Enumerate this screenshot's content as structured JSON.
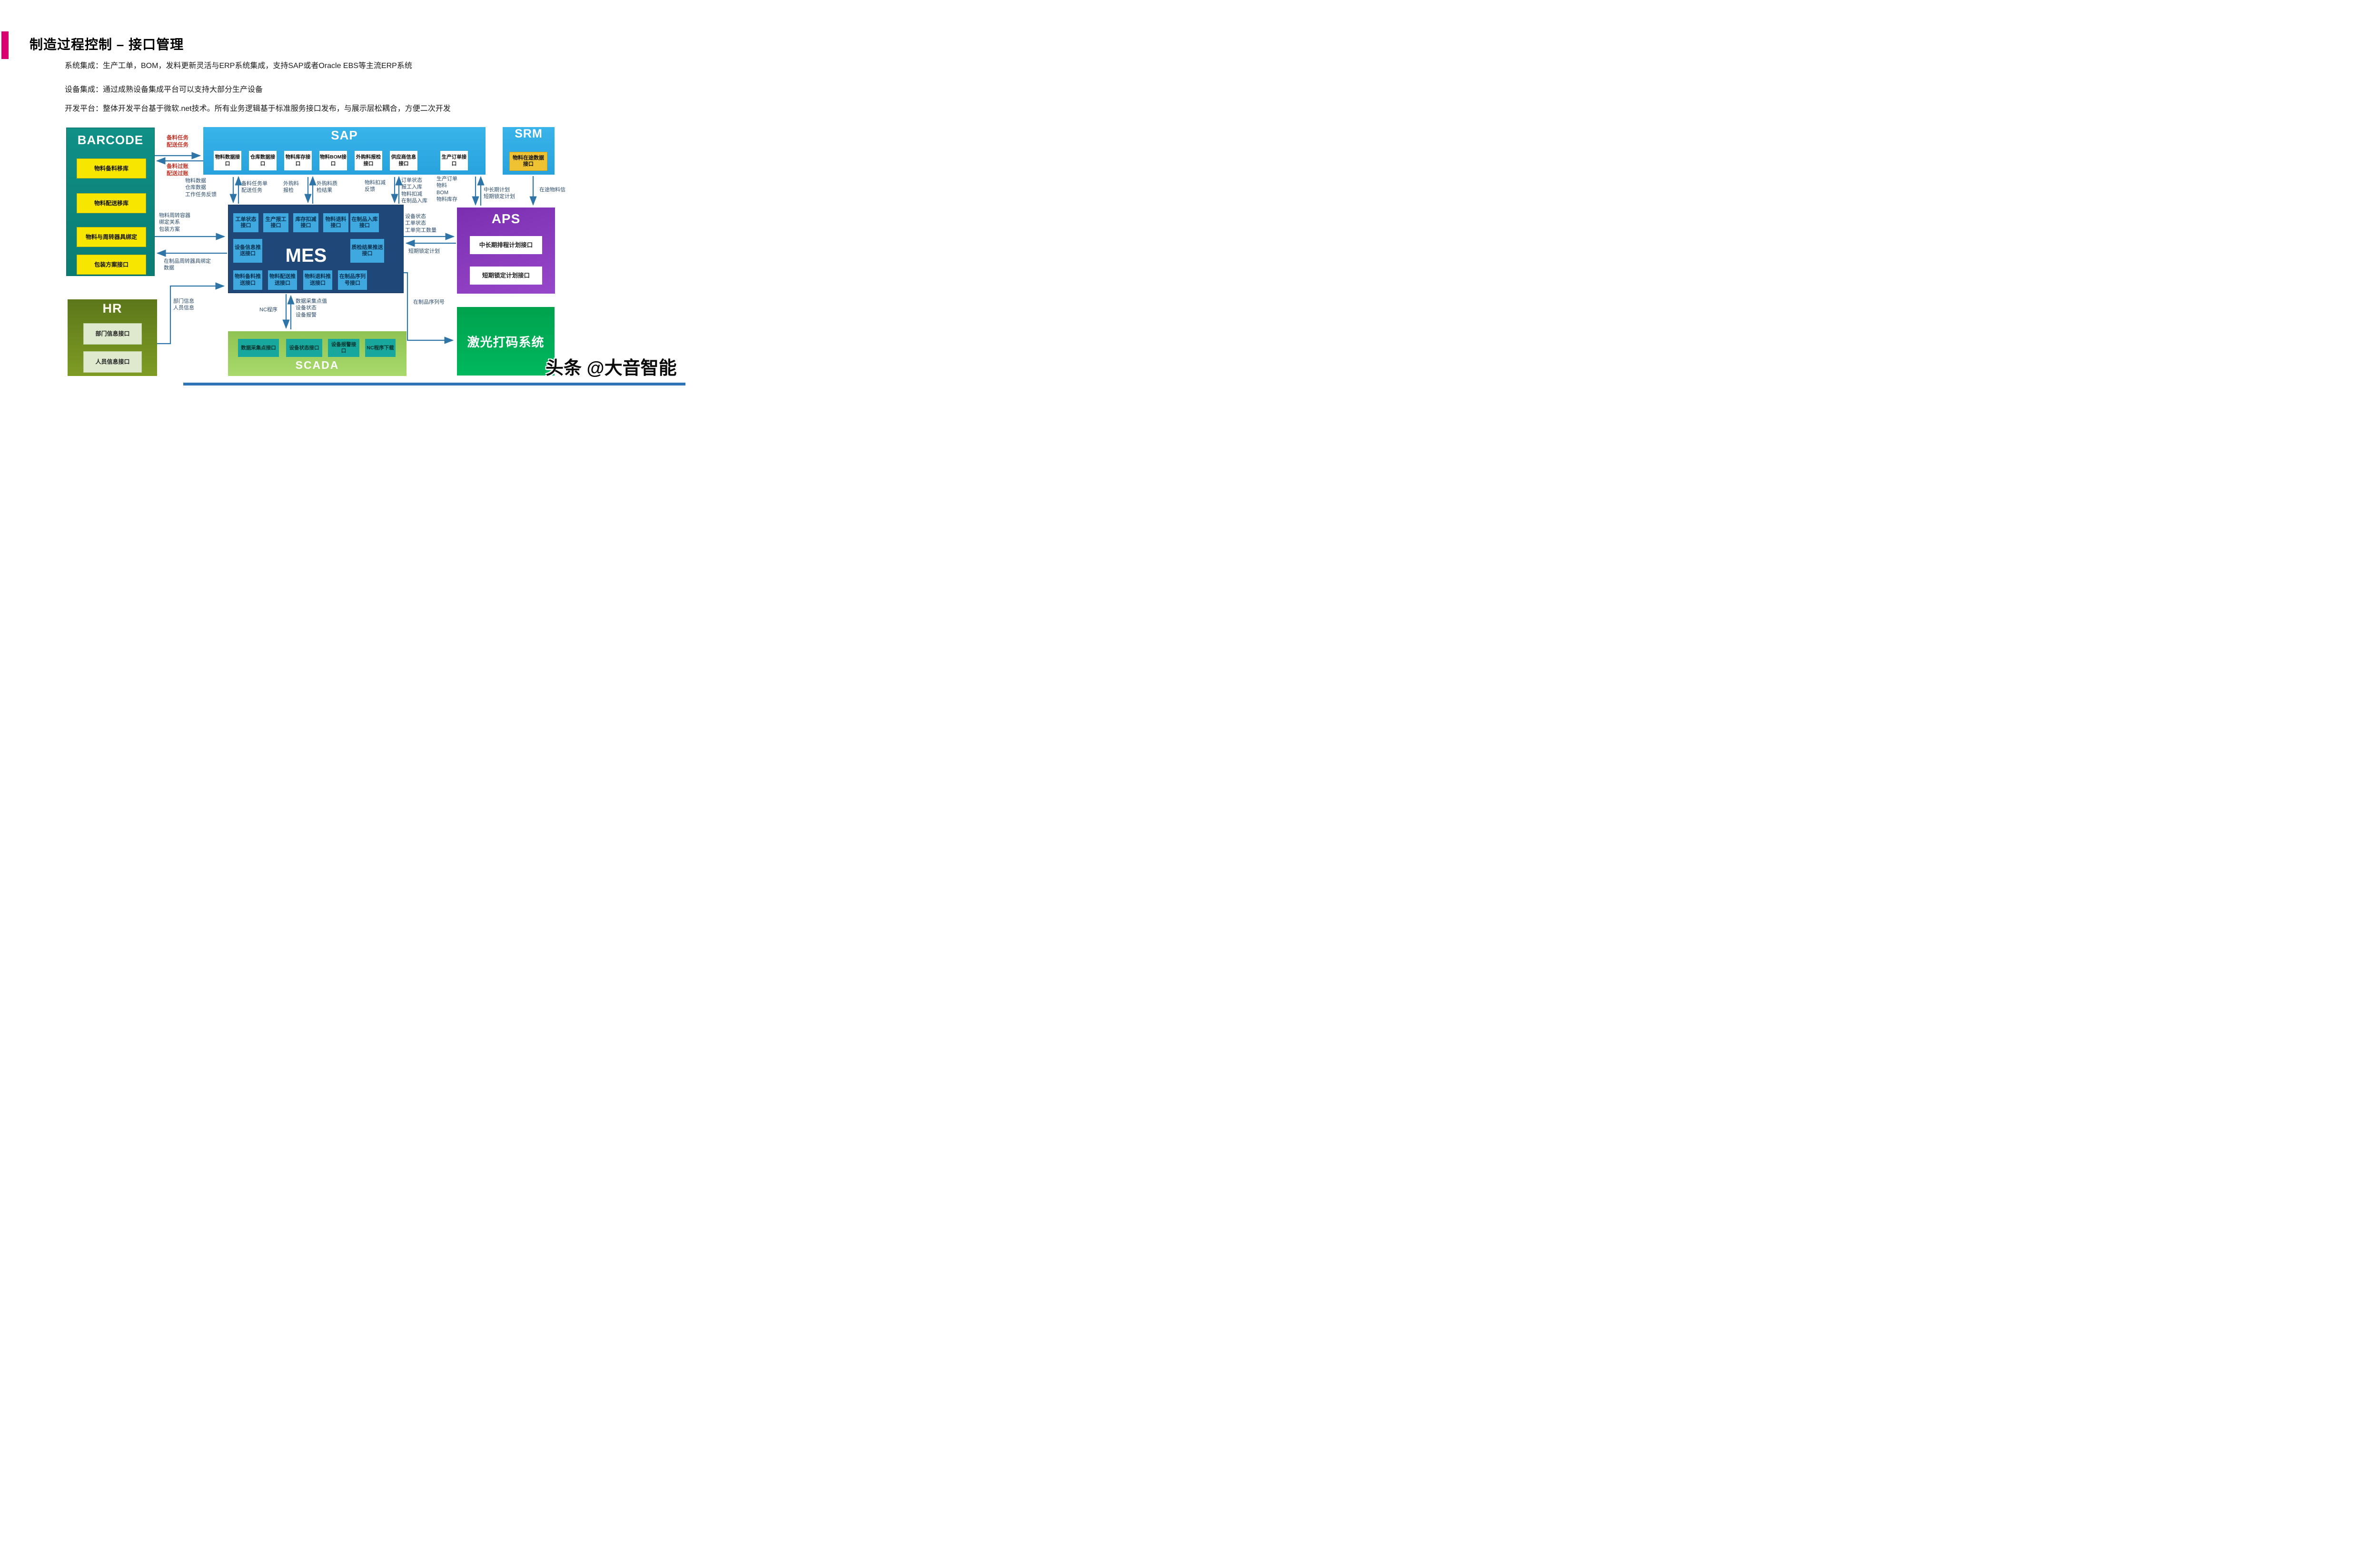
{
  "slide": {
    "title": "制造过程控制 – 接口管理",
    "bullets": [
      "系统集成：生产工单，BOM，发料更新灵活与ERP系统集成，支持SAP或者Oracle EBS等主流ERP系统",
      "设备集成：通过成熟设备集成平台可以支持大部分生产设备",
      "开发平台：整体开发平台基于微软.net技术。所有业务逻辑基于标准服务接口发布，与展示层松耦合，方便二次开发"
    ],
    "watermark": "头条 @大音智能"
  },
  "systems": {
    "barcode": {
      "title": "BARCODE",
      "items": [
        "物料备料移库",
        "物料配送移库",
        "物料与周转器具绑定",
        "包装方案接口"
      ]
    },
    "sap": {
      "title": "SAP",
      "items": [
        "物料数据接口",
        "仓库数据接口",
        "物料库存接口",
        "物料BOM接口",
        "外购料报检接口",
        "供应商信息接口",
        "生产订单接口"
      ]
    },
    "srm": {
      "title": "SRM",
      "items": [
        "物料在途数据接口"
      ]
    },
    "mes": {
      "title": "MES",
      "row1": [
        "工单状态接口",
        "生产报工接口",
        "库存扣减接口",
        "物料退料接口",
        "在制品入库接口"
      ],
      "row2_left": "设备信息推送接口",
      "row2_right": "质检结果推送接口",
      "row3": [
        "物料备料推送接口",
        "物料配送推送接口",
        "物料退料推送接口",
        "在制品序列号接口"
      ]
    },
    "aps": {
      "title": "APS",
      "items": [
        "中长期排程计划接口",
        "短期锁定计划接口"
      ]
    },
    "hr": {
      "title": "HR",
      "items": [
        "部门信息接口",
        "人员信息接口"
      ]
    },
    "scada": {
      "title": "SCADA",
      "items": [
        "数据采集点接口",
        "设备状态接口",
        "设备报警接口",
        "NC程序下载"
      ]
    },
    "laser": {
      "title": "激光打码系统"
    }
  },
  "flows": {
    "barcode_to_sap": "备料任务\n配送任务",
    "sap_to_barcode": "备料过账\n配送过账",
    "sap_mes_feedback": "物料数据\n仓库数据\n工作任务反馈",
    "sap_to_mes_tasks": "备料任务单\n配送任务",
    "mes_to_sap_inspect": "外购料\n报检",
    "sap_to_mes_quality": "外购料质\n检结果",
    "mes_to_sap_deduct": "物料扣减\n反馈",
    "mes_to_sap_status": "订单状态\n报工入库\n物料扣减\n在制品入库",
    "sap_to_aps_orders": "生产订单\n物料\nBOM\n物料库存",
    "aps_to_sap_plans": "中长期计划\n短期锁定计划",
    "srm_to_aps": "在途物料信",
    "barcode_to_mes_bind": "物料周转容器\n绑定关系\n包装方案",
    "mes_to_barcode_bind": "在制品周转器具绑定\n数据",
    "hr_to_mes": "部门信息\n人员信息",
    "mes_to_scada_nc": "NC程序",
    "scada_to_mes_data": "数据采集点值\n设备状态\n设备报警",
    "mes_to_laser": "在制品序列号",
    "mes_to_aps_status": "设备状态\n工单状态\n工单完工数量",
    "aps_to_mes_plan": "短期锁定计划"
  },
  "colors": {
    "accent_magenta": "#D90070",
    "arrow_blue": "#2E74A6",
    "flow_label_red": "#C2372B",
    "barcode_teal": "#0E8A80",
    "sap_blue": "#2FAAE1",
    "mes_navy": "#1F4878",
    "mes_subbox_blue": "#3FA8DE",
    "aps_purple": "#8636B8",
    "hr_olive": "#6E8B1E",
    "scada_green": "#9CCB5A",
    "scada_teal": "#17A79D",
    "laser_green": "#00A94F",
    "yellow_box": "#F7E600",
    "srm_yellow": "#EFC233",
    "bottom_bar_blue": "#2E74B6"
  }
}
